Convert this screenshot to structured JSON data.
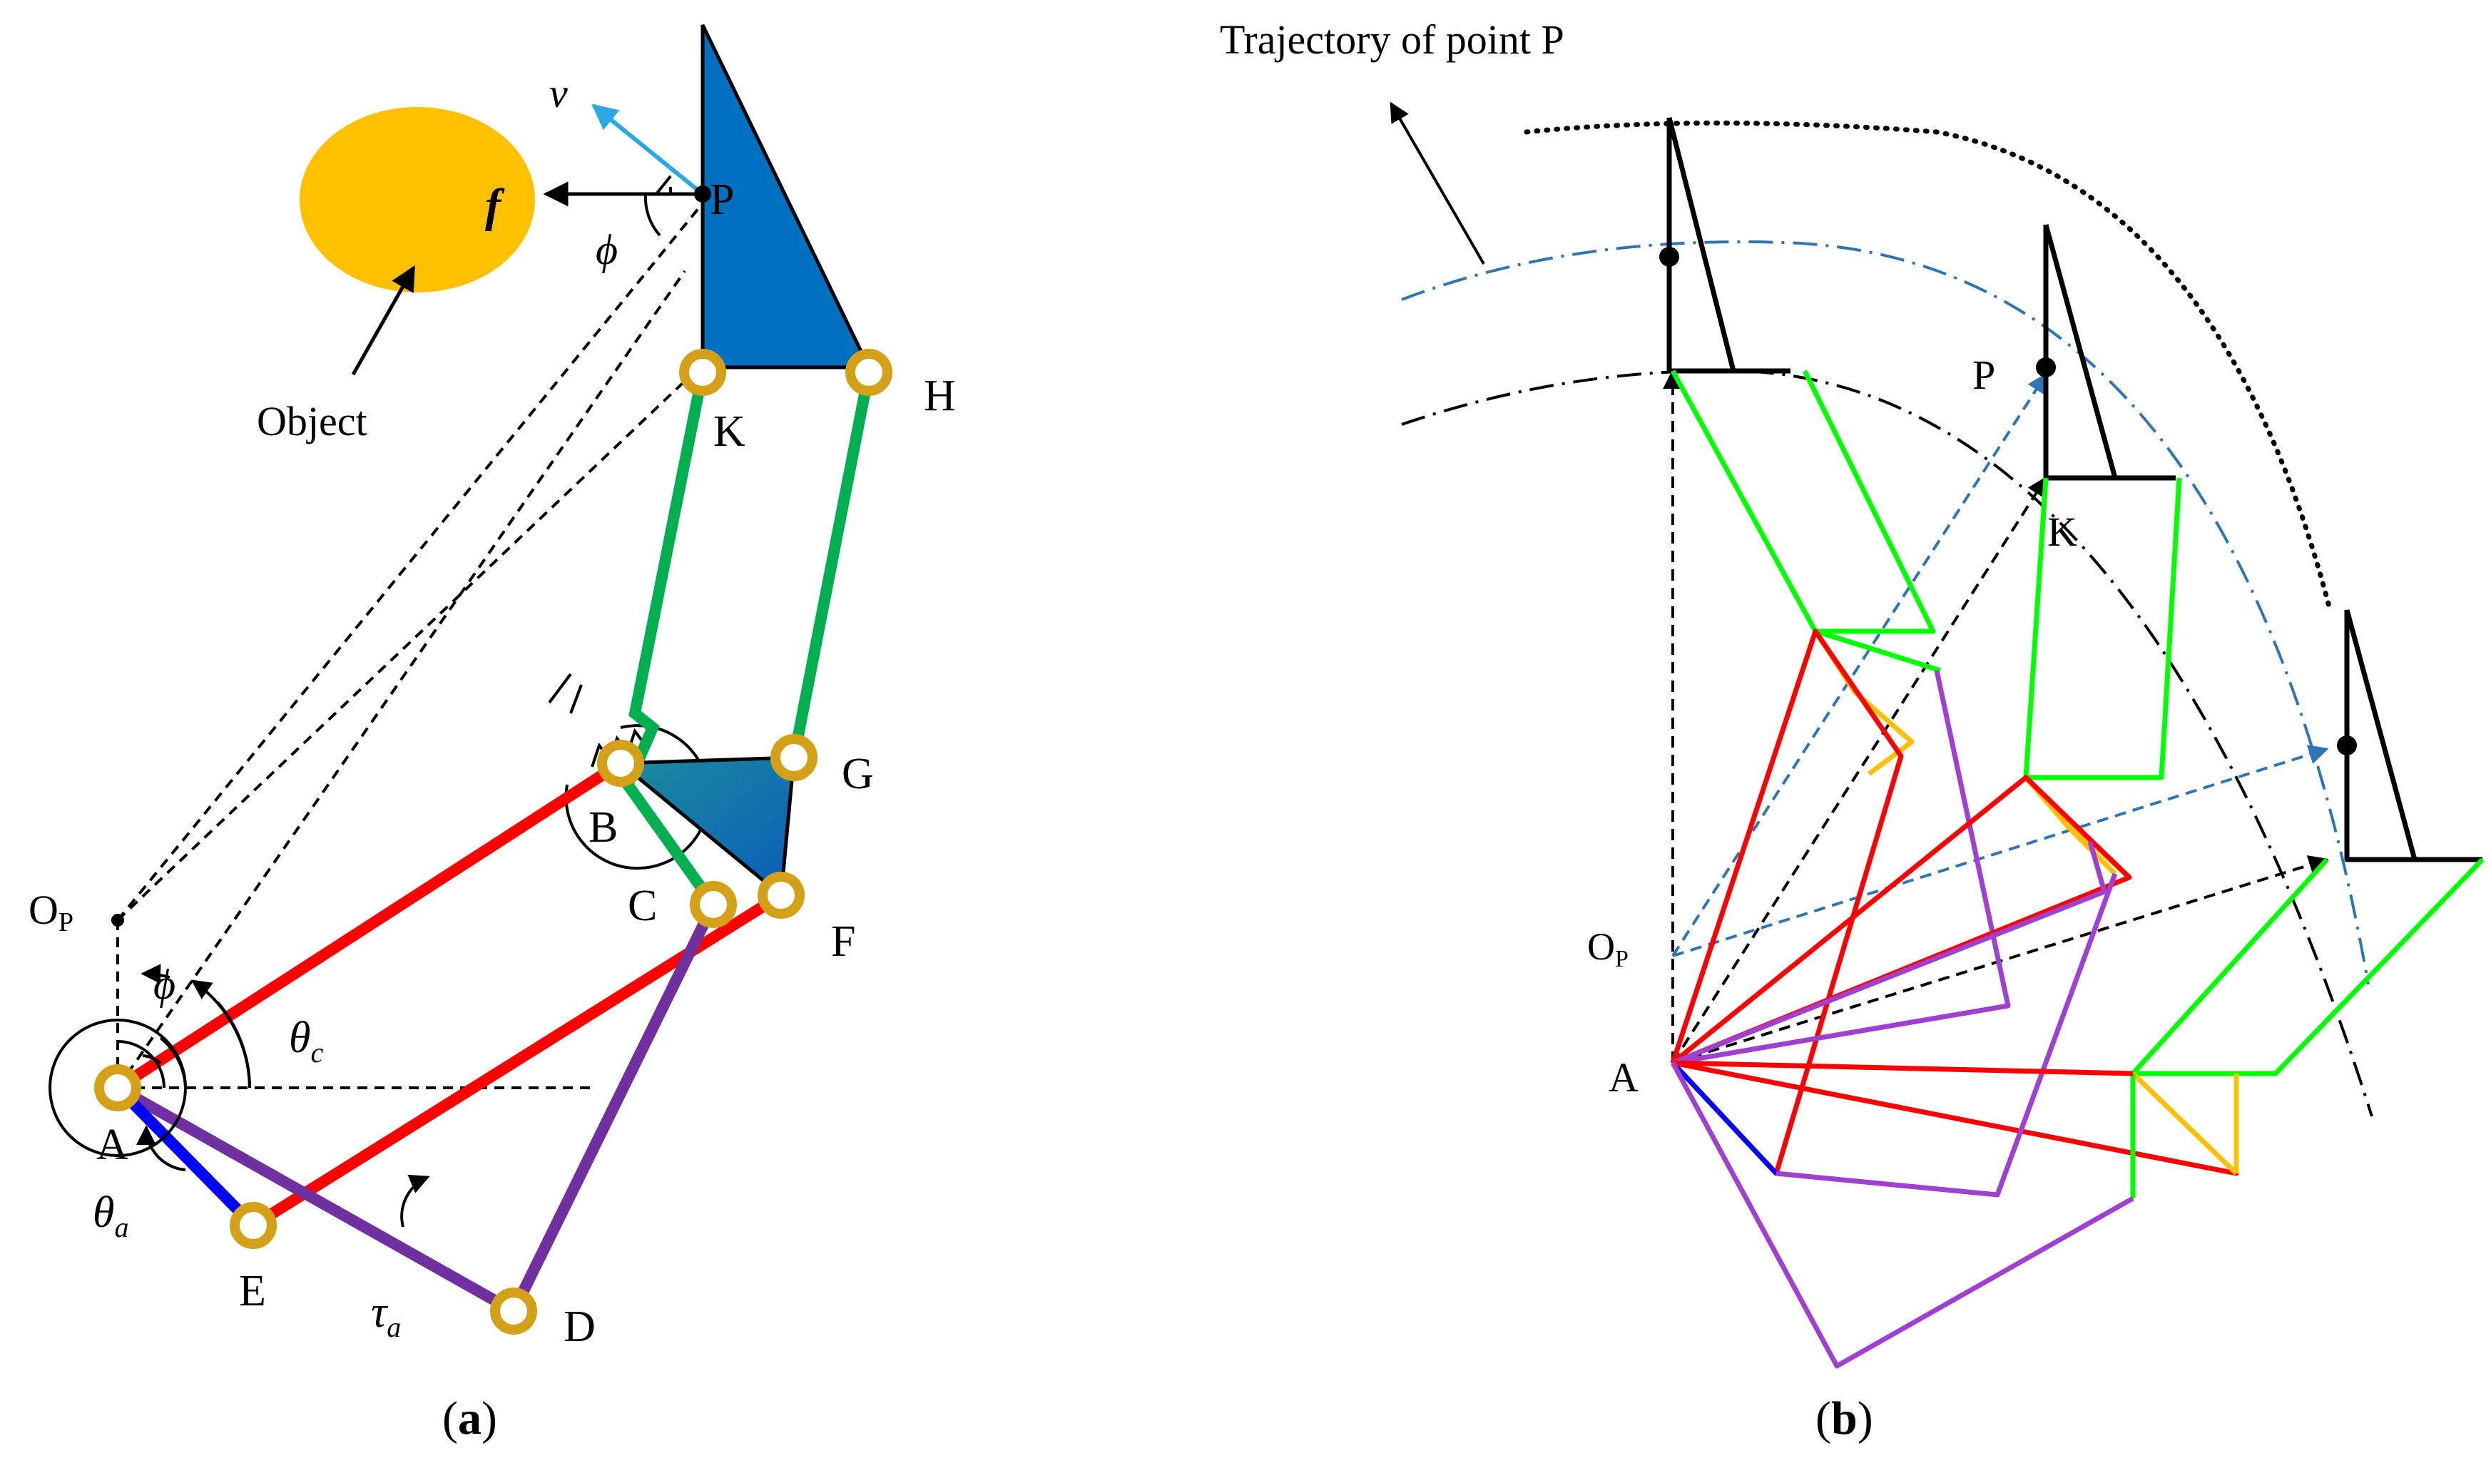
{
  "panel_a": {
    "caption_open": "(",
    "caption_letter": "a",
    "caption_close": ")",
    "object_label": "Object",
    "points": {
      "P": "P",
      "K": "K",
      "H": "H",
      "G": "G",
      "B": "B",
      "C": "C",
      "F": "F",
      "A": "A",
      "E": "E",
      "D": "D",
      "Op": "O",
      "Op_sub": "P"
    },
    "symbols": {
      "v": "v",
      "f": "f",
      "phi": "ϕ",
      "phi2": "ϕ",
      "theta_c": "θ",
      "theta_c_sub": "c",
      "theta_a": "θ",
      "theta_a_sub": "a",
      "tau_a": "τ",
      "tau_a_sub": "a"
    }
  },
  "panel_b": {
    "caption_open": "(",
    "caption_letter": "b",
    "caption_close": ")",
    "trajectory_label": "Trajectory of point P",
    "points": {
      "P": "P",
      "K": "K",
      "A": "A",
      "Op": "O",
      "Op_sub": "P"
    }
  },
  "colors": {
    "object": "#FFC000",
    "finger": "#0070C0",
    "link_green": "#00B050",
    "link_red": "#FF0000",
    "link_purple": "#7030A0",
    "link_blue": "#0000FF",
    "joint": "#D4A017",
    "velocity": "#29A9E0",
    "traj_blue": "#2E75B6",
    "b_green": "#00FF00",
    "b_yellow": "#FFC000",
    "b_purple": "#A040D0"
  }
}
